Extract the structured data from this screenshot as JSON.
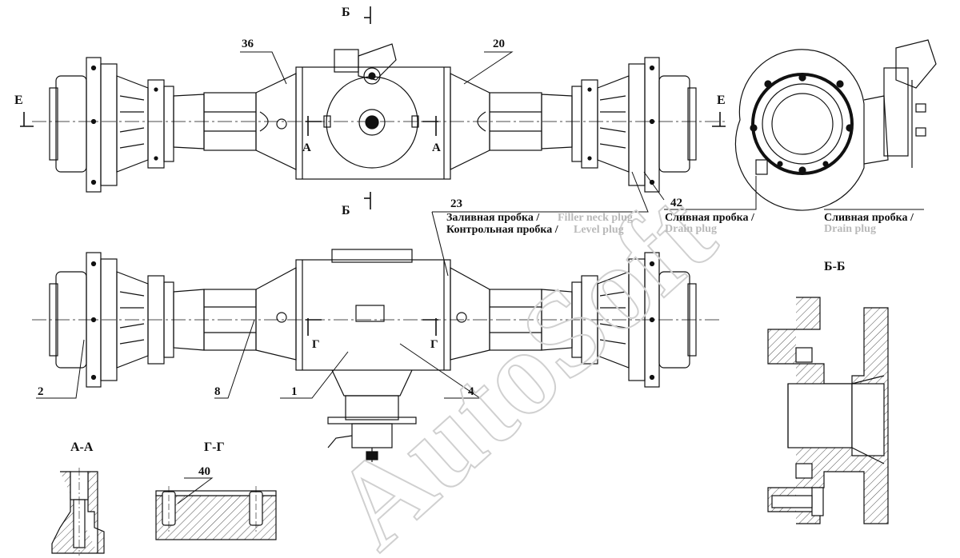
{
  "diagram": {
    "section_labels": {
      "b_top": "Б",
      "b_bottom": "Б",
      "e_left": "Е",
      "e_right": "Е",
      "a_left": "А",
      "a_right": "А",
      "g_left": "Г",
      "g_right": "Г",
      "section_aa": "А-А",
      "section_gg": "Г-Г",
      "section_bb": "Б-Б"
    },
    "callouts": {
      "c36": "36",
      "c20": "20",
      "c23": "23",
      "c42": "42",
      "c2": "2",
      "c8": "8",
      "c1": "1",
      "c4": "4",
      "c40": "40"
    },
    "notes": {
      "filler_ru": "Заливная пробка /",
      "filler_en": "Filler neck plug",
      "level_ru": "Контрольная пробка /",
      "level_en": "Level plug",
      "drain1_ru": "Сливная пробка /",
      "drain1_en": "Drain plug",
      "drain2_ru": "Сливная пробка /",
      "drain2_en": "Drain plug"
    },
    "watermark": "AutoSoft"
  }
}
